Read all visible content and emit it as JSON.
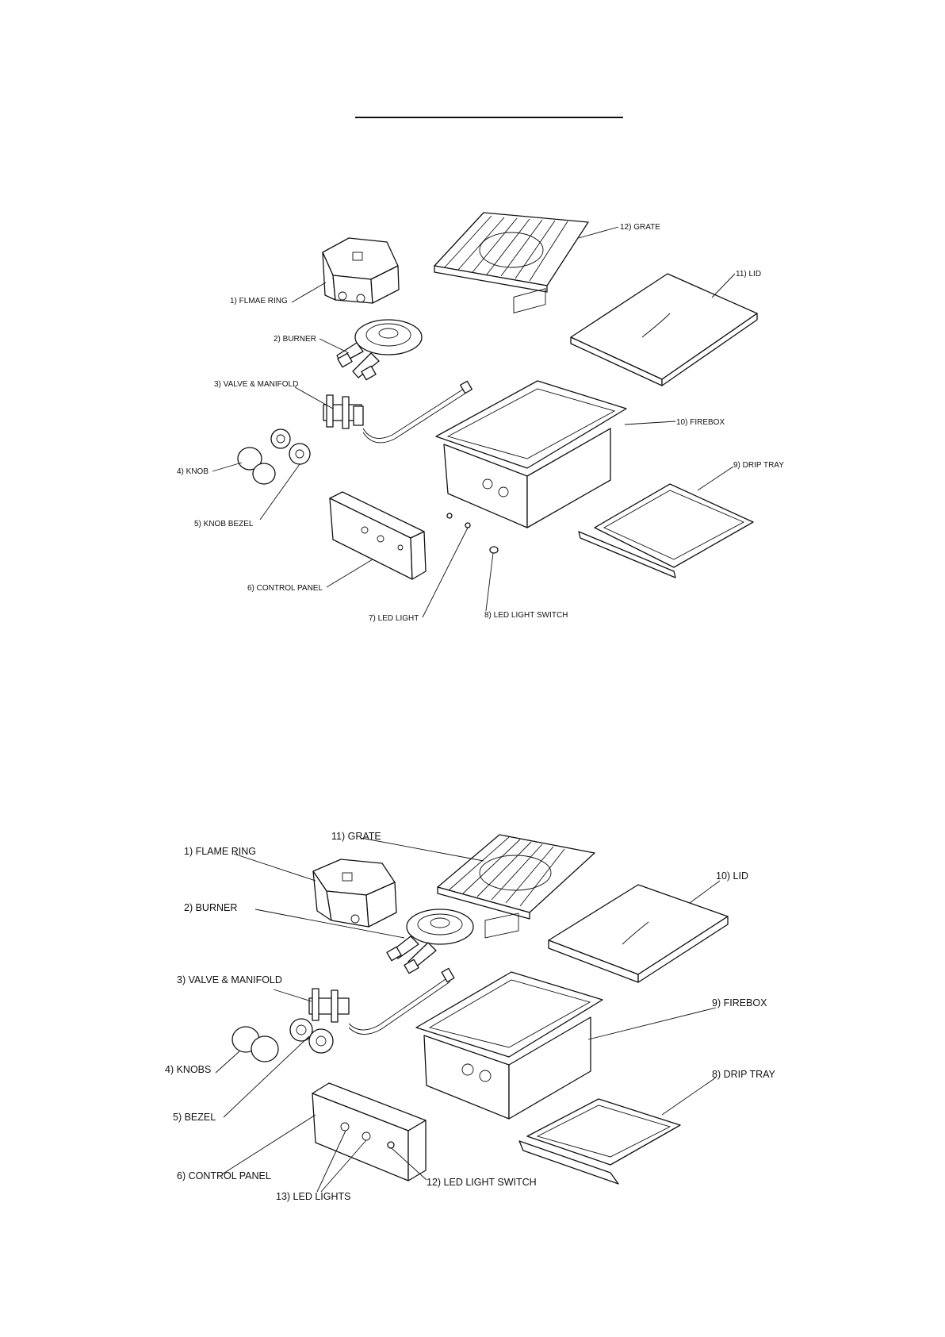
{
  "diagram_top": {
    "labels": {
      "flame_ring": "1) FLMAE RING",
      "burner": "2) BURNER",
      "valve_manifold": "3) VALVE & MANIFOLD",
      "knob": "4) KNOB",
      "knob_bezel": "5) KNOB BEZEL",
      "control_panel": "6) CONTROL PANEL",
      "led_light": "7) LED LIGHT",
      "led_light_switch": "8) LED LIGHT SWITCH",
      "drip_tray": "9) DRIP TRAY",
      "firebox": "10) FIREBOX",
      "lid": "11) LID",
      "grate": "12) GRATE"
    }
  },
  "diagram_bottom": {
    "labels": {
      "flame_ring": "1) FLAME RING",
      "burner": "2) BURNER",
      "valve_manifold": "3) VALVE & MANIFOLD",
      "knobs": "4) KNOBS",
      "bezel": "5) BEZEL",
      "control_panel": "6) CONTROL PANEL",
      "drip_tray": "8) DRIP TRAY",
      "firebox": "9) FIREBOX",
      "lid": "10) LID",
      "grate": "11) GRATE",
      "led_light_switch": "12) LED LIGHT SWITCH",
      "led_lights": "13) LED LIGHTS"
    }
  }
}
